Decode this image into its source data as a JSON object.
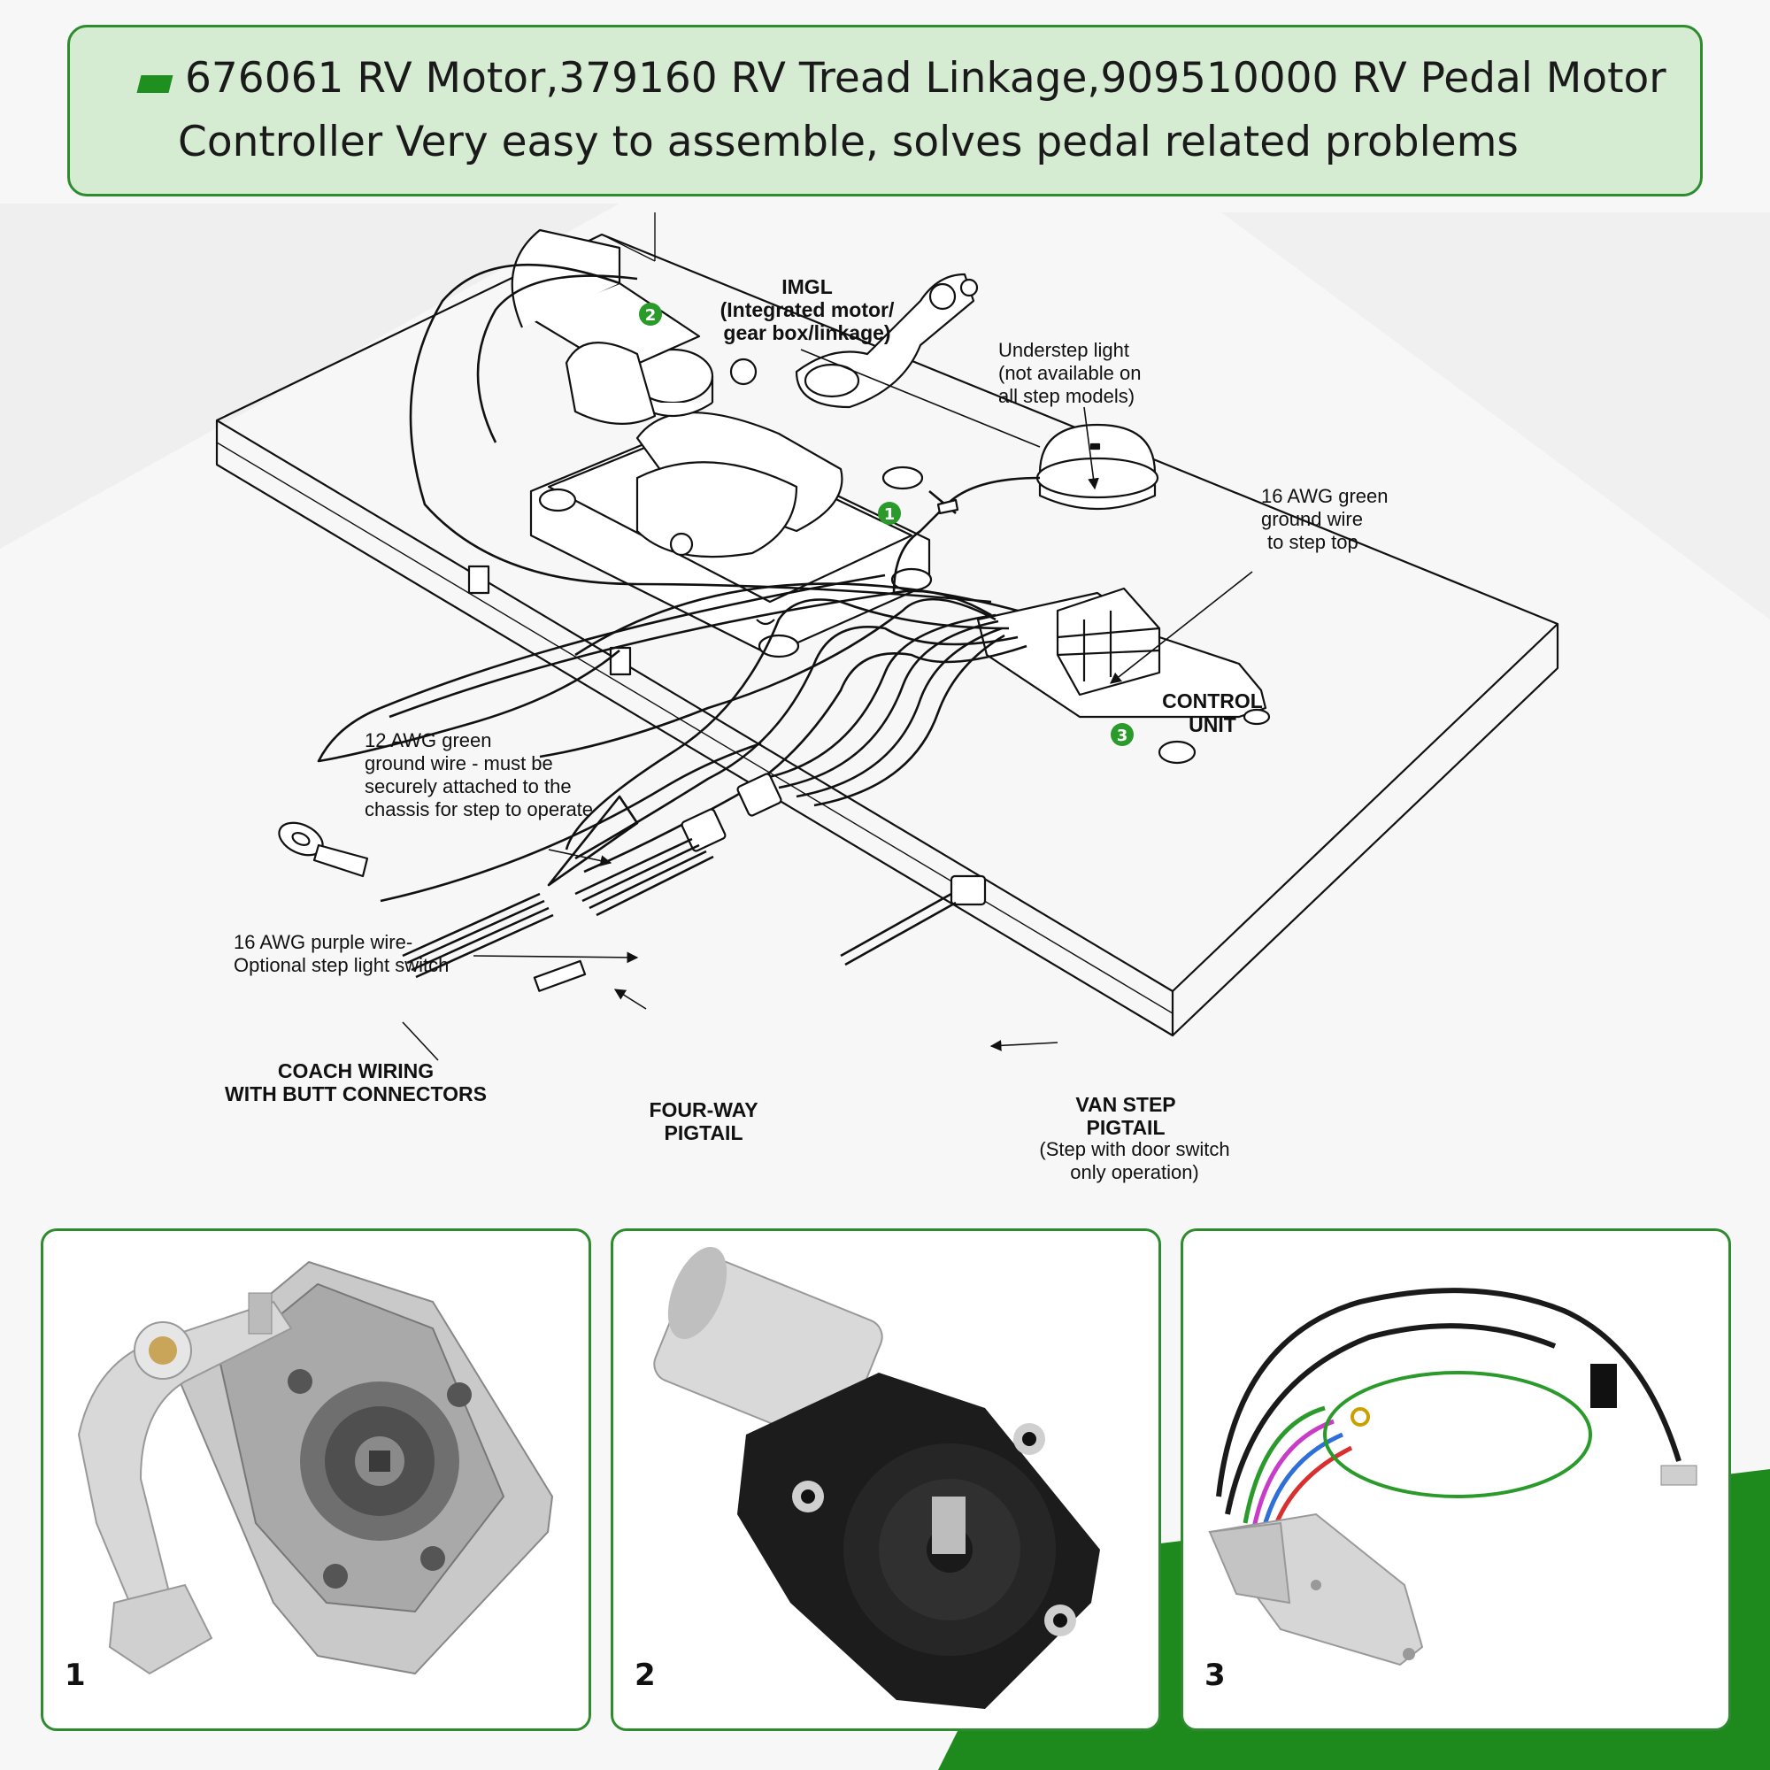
{
  "header": {
    "line1": "676061 RV Motor,379160 RV Tread Linkage,909510000 RV Pedal Motor",
    "line2": "Controller Very easy to assemble, solves pedal related problems"
  },
  "diagram": {
    "badges": [
      "1",
      "2",
      "3"
    ],
    "imgl": [
      "IMGL",
      "(Integrated motor/",
      "gear box/linkage)"
    ],
    "understep_light": [
      "Understep light",
      "(not available on",
      "all step models)"
    ],
    "green_16awg": [
      "16 AWG green",
      "ground wire",
      "to step top"
    ],
    "control_unit": [
      "CONTROL",
      "UNIT"
    ],
    "green_12awg": [
      "12 AWG green",
      "ground wire - must be",
      "securely attached to the",
      "chassis for step to operate"
    ],
    "purple_16awg": [
      "16 AWG purple wire-",
      "Optional step light switch"
    ],
    "coach_wiring": [
      "COACH WIRING",
      "WITH BUTT CONNECTORS"
    ],
    "four_way": [
      "FOUR-WAY",
      "PIGTAIL"
    ],
    "van_step": [
      "VAN STEP",
      "PIGTAIL",
      "(Step with door switch",
      "only operation)"
    ]
  },
  "panels": [
    {
      "number": "1"
    },
    {
      "number": "2"
    },
    {
      "number": "3"
    }
  ],
  "colors": {
    "accent_green": "#2e8b2e",
    "banner_fill": "#d5ecd3",
    "bullet": "#1f8f1f"
  }
}
